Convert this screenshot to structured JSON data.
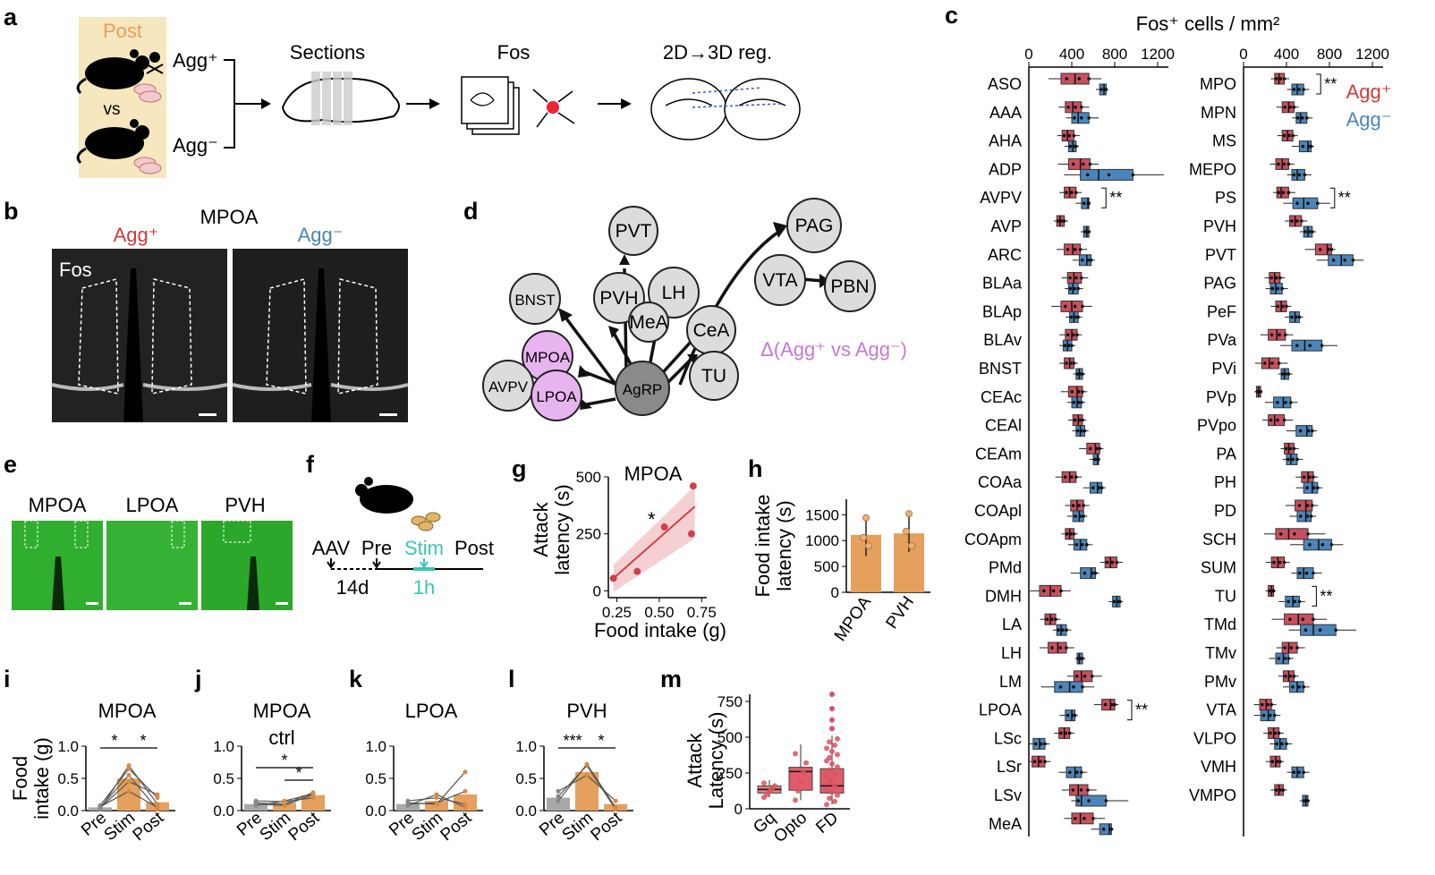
{
  "colors": {
    "agg_plus": "#c9505f",
    "agg_minus": "#4a86bb",
    "orange": "#e4a05c",
    "grey": "#a8a8a8",
    "stim": "#3cc6b3",
    "purple_label": "#c27ad6",
    "node_fill": "#dcdcdc",
    "node_hi": "#e8b4f0",
    "node_dark": "#8a8a8a",
    "micro_green": "#2fae2f"
  },
  "labels": {
    "a": "a",
    "b": "b",
    "c": "c",
    "d": "d",
    "e": "e",
    "f": "f",
    "g": "g",
    "h": "h",
    "i": "i",
    "j": "j",
    "k": "k",
    "l": "l",
    "m": "m"
  },
  "panel_a": {
    "post": "Post",
    "agg_plus": "Agg⁺",
    "vs": "vs",
    "agg_minus": "Agg⁻",
    "sections": "Sections",
    "fos": "Fos",
    "reg": "2D→3D reg."
  },
  "panel_b": {
    "title": "MPOA",
    "agg_plus": "Agg⁺",
    "agg_minus": "Agg⁻",
    "fos": "Fos"
  },
  "panel_d": {
    "nodes": [
      "PVT",
      "PAG",
      "BNST",
      "PVH",
      "LH",
      "MeA",
      "VTA",
      "PBN",
      "CeA",
      "MPOA",
      "TU",
      "AVPV",
      "LPOA",
      "AgRP"
    ],
    "annotation": "Δ(Agg⁺ vs Agg⁻)"
  },
  "panel_e": {
    "regions": [
      "MPOA",
      "LPOA",
      "PVH"
    ]
  },
  "panel_f": {
    "aav": "AAV",
    "pre": "Pre",
    "stim": "Stim",
    "post": "Post",
    "d14": "14d",
    "h1": "1h"
  },
  "panel_c": {
    "axis_title": "Fos⁺ cells / mm²",
    "ticks": [
      "0",
      "400",
      "800",
      "1200"
    ],
    "legend": [
      "Agg⁺",
      "Agg⁻"
    ],
    "sig": "**"
  },
  "chart_data": [
    {
      "id": "c-left",
      "type": "box",
      "xlim": [
        0,
        1300
      ],
      "regions": [
        "ASO",
        "AAA",
        "AHA",
        "ADP",
        "AVPV",
        "AVP",
        "ARC",
        "BLAa",
        "BLAp",
        "BLAv",
        "BNST",
        "CEAc",
        "CEAl",
        "CEAm",
        "COAa",
        "COApl",
        "COApm",
        "PMd",
        "DMH",
        "LA",
        "LH",
        "LM",
        "LPOA",
        "LSc",
        "LSr",
        "LSv",
        "MeA"
      ],
      "agg_plus": [
        [
          300,
          430,
          560
        ],
        [
          340,
          410,
          490
        ],
        [
          310,
          360,
          420
        ],
        [
          370,
          480,
          570
        ],
        [
          330,
          380,
          440
        ],
        [
          260,
          290,
          330
        ],
        [
          330,
          410,
          480
        ],
        [
          360,
          420,
          490
        ],
        [
          300,
          400,
          500
        ],
        [
          340,
          400,
          450
        ],
        [
          330,
          380,
          420
        ],
        [
          370,
          450,
          500
        ],
        [
          410,
          460,
          500
        ],
        [
          540,
          620,
          660
        ],
        [
          310,
          380,
          440
        ],
        [
          390,
          450,
          510
        ],
        [
          340,
          380,
          420
        ],
        [
          710,
          760,
          820
        ],
        [
          100,
          200,
          300
        ],
        [
          150,
          200,
          250
        ],
        [
          180,
          270,
          350
        ],
        [
          420,
          490,
          590
        ],
        [
          680,
          760,
          800
        ],
        [
          280,
          330,
          380
        ],
        [
          30,
          90,
          150
        ],
        [
          380,
          460,
          550
        ],
        [
          400,
          480,
          600
        ]
      ],
      "agg_minus": [
        [
          660,
          700,
          720
        ],
        [
          400,
          460,
          560
        ],
        [
          370,
          410,
          440
        ],
        [
          480,
          650,
          970
        ],
        [
          490,
          550,
          560
        ],
        [
          510,
          540,
          560
        ],
        [
          470,
          540,
          580
        ],
        [
          370,
          410,
          460
        ],
        [
          380,
          420,
          460
        ],
        [
          320,
          360,
          400
        ],
        [
          440,
          470,
          500
        ],
        [
          400,
          450,
          490
        ],
        [
          440,
          480,
          520
        ],
        [
          600,
          640,
          650
        ],
        [
          570,
          640,
          680
        ],
        [
          410,
          470,
          510
        ],
        [
          420,
          480,
          540
        ],
        [
          480,
          580,
          620
        ],
        [
          780,
          820,
          850
        ],
        [
          260,
          300,
          350
        ],
        [
          450,
          470,
          500
        ],
        [
          240,
          380,
          500
        ],
        [
          340,
          400,
          430
        ],
        [
          40,
          100,
          150
        ],
        [
          350,
          430,
          490
        ],
        [
          440,
          490,
          720
        ],
        [
          660,
          750,
          770
        ]
      ],
      "sig_rows": [
        "AVPV",
        "LPOA"
      ]
    },
    {
      "id": "c-right",
      "type": "box",
      "xlim": [
        0,
        1300
      ],
      "regions": [
        "MPO",
        "MPN",
        "MS",
        "MEPO",
        "PS",
        "PVH",
        "PVT",
        "PAG",
        "PeF",
        "PVa",
        "PVi",
        "PVp",
        "PVpo",
        "PA",
        "PH",
        "PD",
        "SCH",
        "SUM",
        "TU",
        "TMd",
        "TMv",
        "PMv",
        "VTA",
        "VLPO",
        "VMH",
        "VMPO"
      ],
      "agg_plus": [
        [
          290,
          330,
          380
        ],
        [
          360,
          420,
          470
        ],
        [
          360,
          410,
          460
        ],
        [
          300,
          360,
          420
        ],
        [
          310,
          350,
          420
        ],
        [
          430,
          480,
          540
        ],
        [
          670,
          780,
          820
        ],
        [
          240,
          290,
          340
        ],
        [
          300,
          350,
          400
        ],
        [
          230,
          310,
          390
        ],
        [
          170,
          240,
          330
        ],
        [
          120,
          140,
          160
        ],
        [
          230,
          290,
          380
        ],
        [
          380,
          420,
          470
        ],
        [
          540,
          600,
          650
        ],
        [
          480,
          580,
          640
        ],
        [
          300,
          420,
          600
        ],
        [
          260,
          320,
          380
        ],
        [
          230,
          260,
          280
        ],
        [
          380,
          510,
          650
        ],
        [
          360,
          420,
          500
        ],
        [
          370,
          420,
          470
        ],
        [
          150,
          210,
          260
        ],
        [
          230,
          280,
          330
        ],
        [
          250,
          300,
          340
        ],
        [
          290,
          330,
          370
        ]
      ],
      "agg_minus": [
        [
          450,
          500,
          560
        ],
        [
          490,
          530,
          590
        ],
        [
          520,
          600,
          630
        ],
        [
          450,
          500,
          570
        ],
        [
          460,
          560,
          690
        ],
        [
          560,
          600,
          640
        ],
        [
          790,
          910,
          1020
        ],
        [
          250,
          300,
          360
        ],
        [
          430,
          480,
          520
        ],
        [
          450,
          570,
          730
        ],
        [
          350,
          380,
          420
        ],
        [
          280,
          370,
          440
        ],
        [
          490,
          590,
          640
        ],
        [
          400,
          440,
          500
        ],
        [
          560,
          640,
          690
        ],
        [
          500,
          580,
          630
        ],
        [
          560,
          700,
          820
        ],
        [
          500,
          560,
          650
        ],
        [
          390,
          460,
          520
        ],
        [
          530,
          650,
          860
        ],
        [
          300,
          370,
          420
        ],
        [
          430,
          500,
          560
        ],
        [
          160,
          230,
          290
        ],
        [
          290,
          340,
          400
        ],
        [
          450,
          500,
          560
        ],
        [
          550,
          580,
          600
        ]
      ],
      "sig_rows": [
        "MPO",
        "PS",
        "TU"
      ]
    },
    {
      "id": "g",
      "type": "scatter",
      "title": "MPOA",
      "xlabel": "Food intake (g)",
      "ylabel": "Attack latency (s)",
      "xlim": [
        0.2,
        0.78
      ],
      "ylim": [
        -30,
        500
      ],
      "xticks": [
        "0.25",
        "0.50",
        "0.75"
      ],
      "yticks": [
        "0",
        "250",
        "500"
      ],
      "points": [
        [
          0.23,
          55
        ],
        [
          0.37,
          85
        ],
        [
          0.53,
          280
        ],
        [
          0.69,
          250
        ],
        [
          0.7,
          460
        ]
      ],
      "fit": [
        [
          0.23,
          55
        ],
        [
          0.71,
          370
        ]
      ],
      "annotation": "*"
    },
    {
      "id": "h",
      "type": "bar",
      "ylabel": "Food intake latency (s)",
      "categories": [
        "MPOA",
        "PVH"
      ],
      "values": [
        1110,
        1140
      ],
      "ylim": [
        0,
        1800
      ],
      "yticks": [
        "0",
        "500",
        "1000",
        "1500"
      ],
      "error": [
        [
          700,
          1450
        ],
        [
          780,
          1500
        ]
      ],
      "points": [
        [
          1060,
          1440,
          900
        ],
        [
          1180,
          1520,
          900
        ]
      ]
    },
    {
      "id": "i",
      "type": "bar",
      "title": "MPOA",
      "ylabel": "Food intake (g)",
      "categories": [
        "Pre",
        "Stim",
        "Post"
      ],
      "values": [
        0.05,
        0.5,
        0.13
      ],
      "ylim": [
        0,
        1.0
      ],
      "yticks": [
        "0.0",
        "0.5",
        "1.0"
      ],
      "lines": [
        [
          0.02,
          0.7,
          0.1
        ],
        [
          0.05,
          0.55,
          0.02
        ],
        [
          0.08,
          0.65,
          0.2
        ],
        [
          0.06,
          0.3,
          0.05
        ],
        [
          0.04,
          0.45,
          0.25
        ]
      ],
      "sig": [
        [
          "*",
          0,
          1
        ],
        [
          "*",
          1,
          2
        ]
      ]
    },
    {
      "id": "j",
      "type": "bar",
      "title": "MPOA",
      "subtitle": "ctrl",
      "categories": [
        "Pre",
        "Stim",
        "Post"
      ],
      "values": [
        0.1,
        0.12,
        0.24
      ],
      "ylim": [
        0,
        1.0
      ],
      "yticks": [
        "0.0",
        "0.5",
        "1.0"
      ],
      "lines": [
        [
          0.12,
          0.1,
          0.28
        ],
        [
          0.08,
          0.15,
          0.26
        ],
        [
          0.15,
          0.14,
          0.2
        ],
        [
          0.1,
          0.08,
          0.25
        ]
      ],
      "sig": [
        [
          "*",
          0,
          2
        ],
        [
          "*",
          1,
          2
        ]
      ]
    },
    {
      "id": "k",
      "type": "bar",
      "title": "LPOA",
      "categories": [
        "Pre",
        "Stim",
        "Post"
      ],
      "values": [
        0.1,
        0.15,
        0.25
      ],
      "ylim": [
        0,
        1.0
      ],
      "yticks": [
        "0.0",
        "0.5",
        "1.0"
      ],
      "lines": [
        [
          0.12,
          0.1,
          0.6
        ],
        [
          0.15,
          0.2,
          0.1
        ],
        [
          0.08,
          0.25,
          0.05
        ],
        [
          0.1,
          0.12,
          0.3
        ]
      ],
      "sig": []
    },
    {
      "id": "l",
      "type": "bar",
      "title": "PVH",
      "categories": [
        "Pre",
        "Stim",
        "Post"
      ],
      "values": [
        0.2,
        0.6,
        0.1
      ],
      "ylim": [
        0,
        1.0
      ],
      "yticks": [
        "0.0",
        "0.5",
        "1.0"
      ],
      "lines": [
        [
          0.22,
          0.7,
          0.02
        ],
        [
          0.15,
          0.72,
          0.05
        ],
        [
          0.3,
          0.55,
          0.15
        ]
      ],
      "sig": [
        [
          "***",
          0,
          1
        ],
        [
          "*",
          1,
          2
        ]
      ]
    },
    {
      "id": "m",
      "type": "box",
      "ylabel": "Attack Latency (s)",
      "categories": [
        "Gq",
        "Opto",
        "FD"
      ],
      "ylim": [
        0,
        800
      ],
      "yticks": [
        "0",
        "250",
        "500",
        "750"
      ],
      "boxes": [
        [
          80,
          110,
          135,
          160,
          200
        ],
        [
          60,
          130,
          260,
          290,
          450
        ],
        [
          30,
          110,
          160,
          280,
          510
        ]
      ],
      "outliers": [
        [],
        [],
        [
          560,
          620,
          700,
          800
        ]
      ]
    }
  ]
}
